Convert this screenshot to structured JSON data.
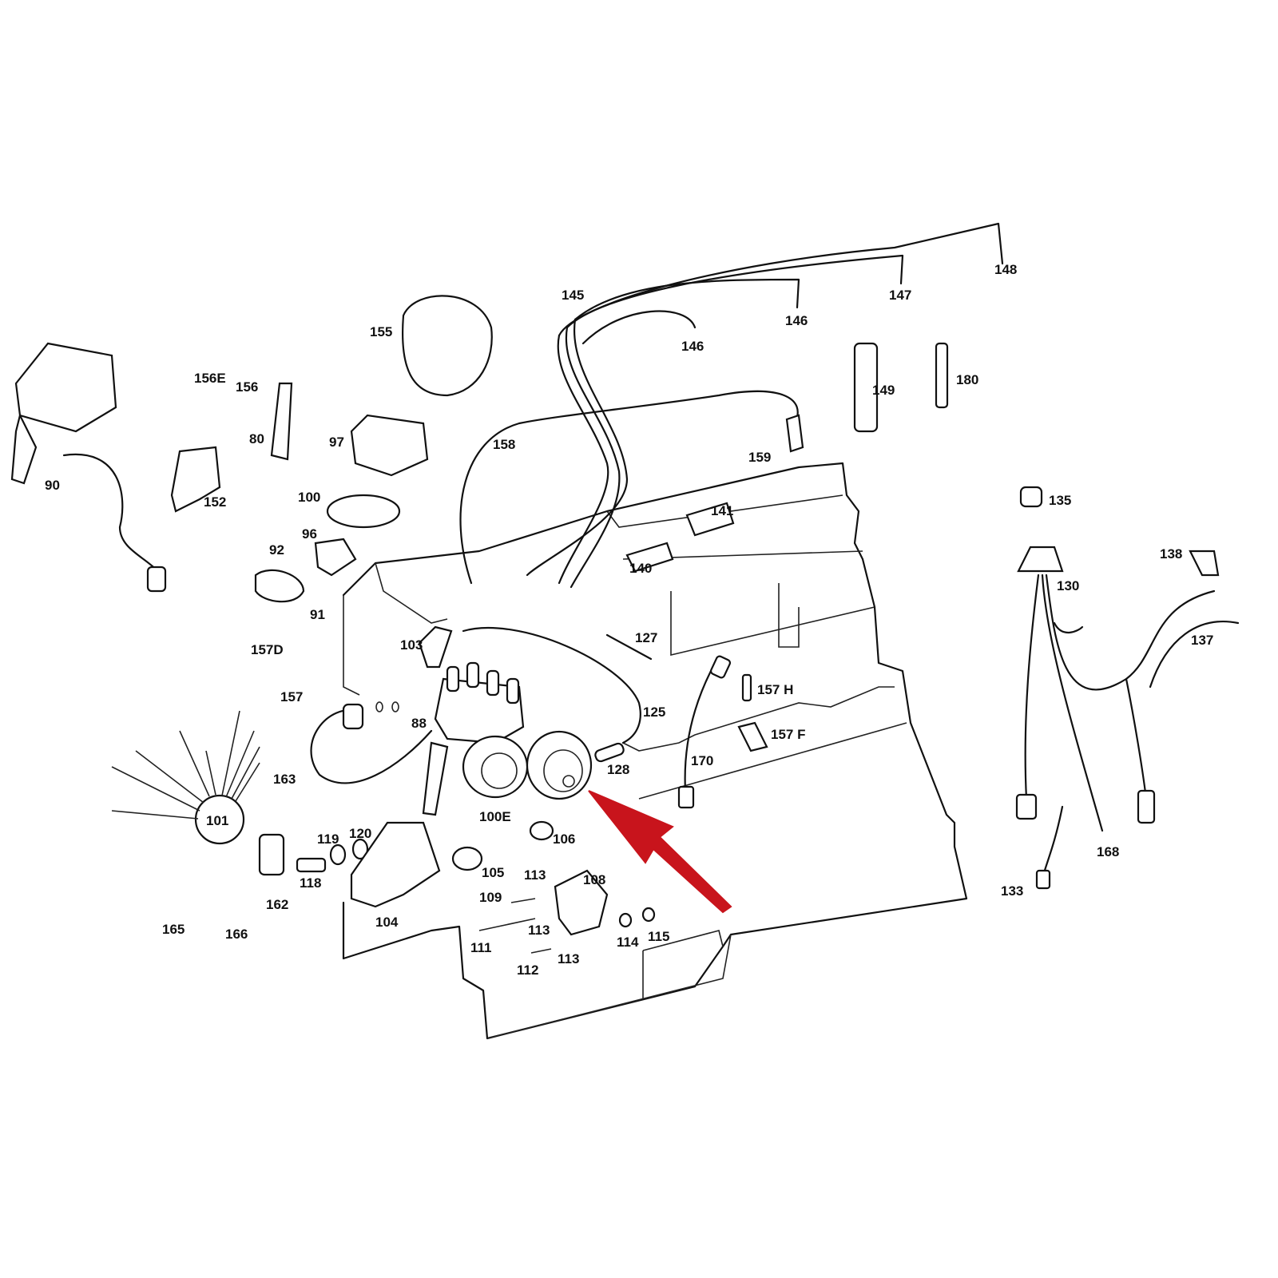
{
  "diagram": {
    "type": "exploded parts diagram - ignition system",
    "arrow_color": "#c8141c",
    "line_color": "#111111",
    "background": "#ffffff"
  },
  "labels": [
    "148",
    "147",
    "146",
    "146",
    "145",
    "155",
    "156E",
    "156",
    "80",
    "97",
    "158",
    "149",
    "180",
    "159",
    "90",
    "152",
    "100",
    "141",
    "135",
    "96",
    "92",
    "140",
    "138",
    "130",
    "91",
    "103",
    "127",
    "137",
    "157D",
    "157 H",
    "157",
    "125",
    "88",
    "157 F",
    "163",
    "128",
    "170",
    "101",
    "100E",
    "106",
    "119",
    "120",
    "168",
    "113",
    "108",
    "105",
    "118",
    "109",
    "162",
    "133",
    "113",
    "104",
    "165",
    "166",
    "114",
    "115",
    "111",
    "113",
    "112"
  ]
}
